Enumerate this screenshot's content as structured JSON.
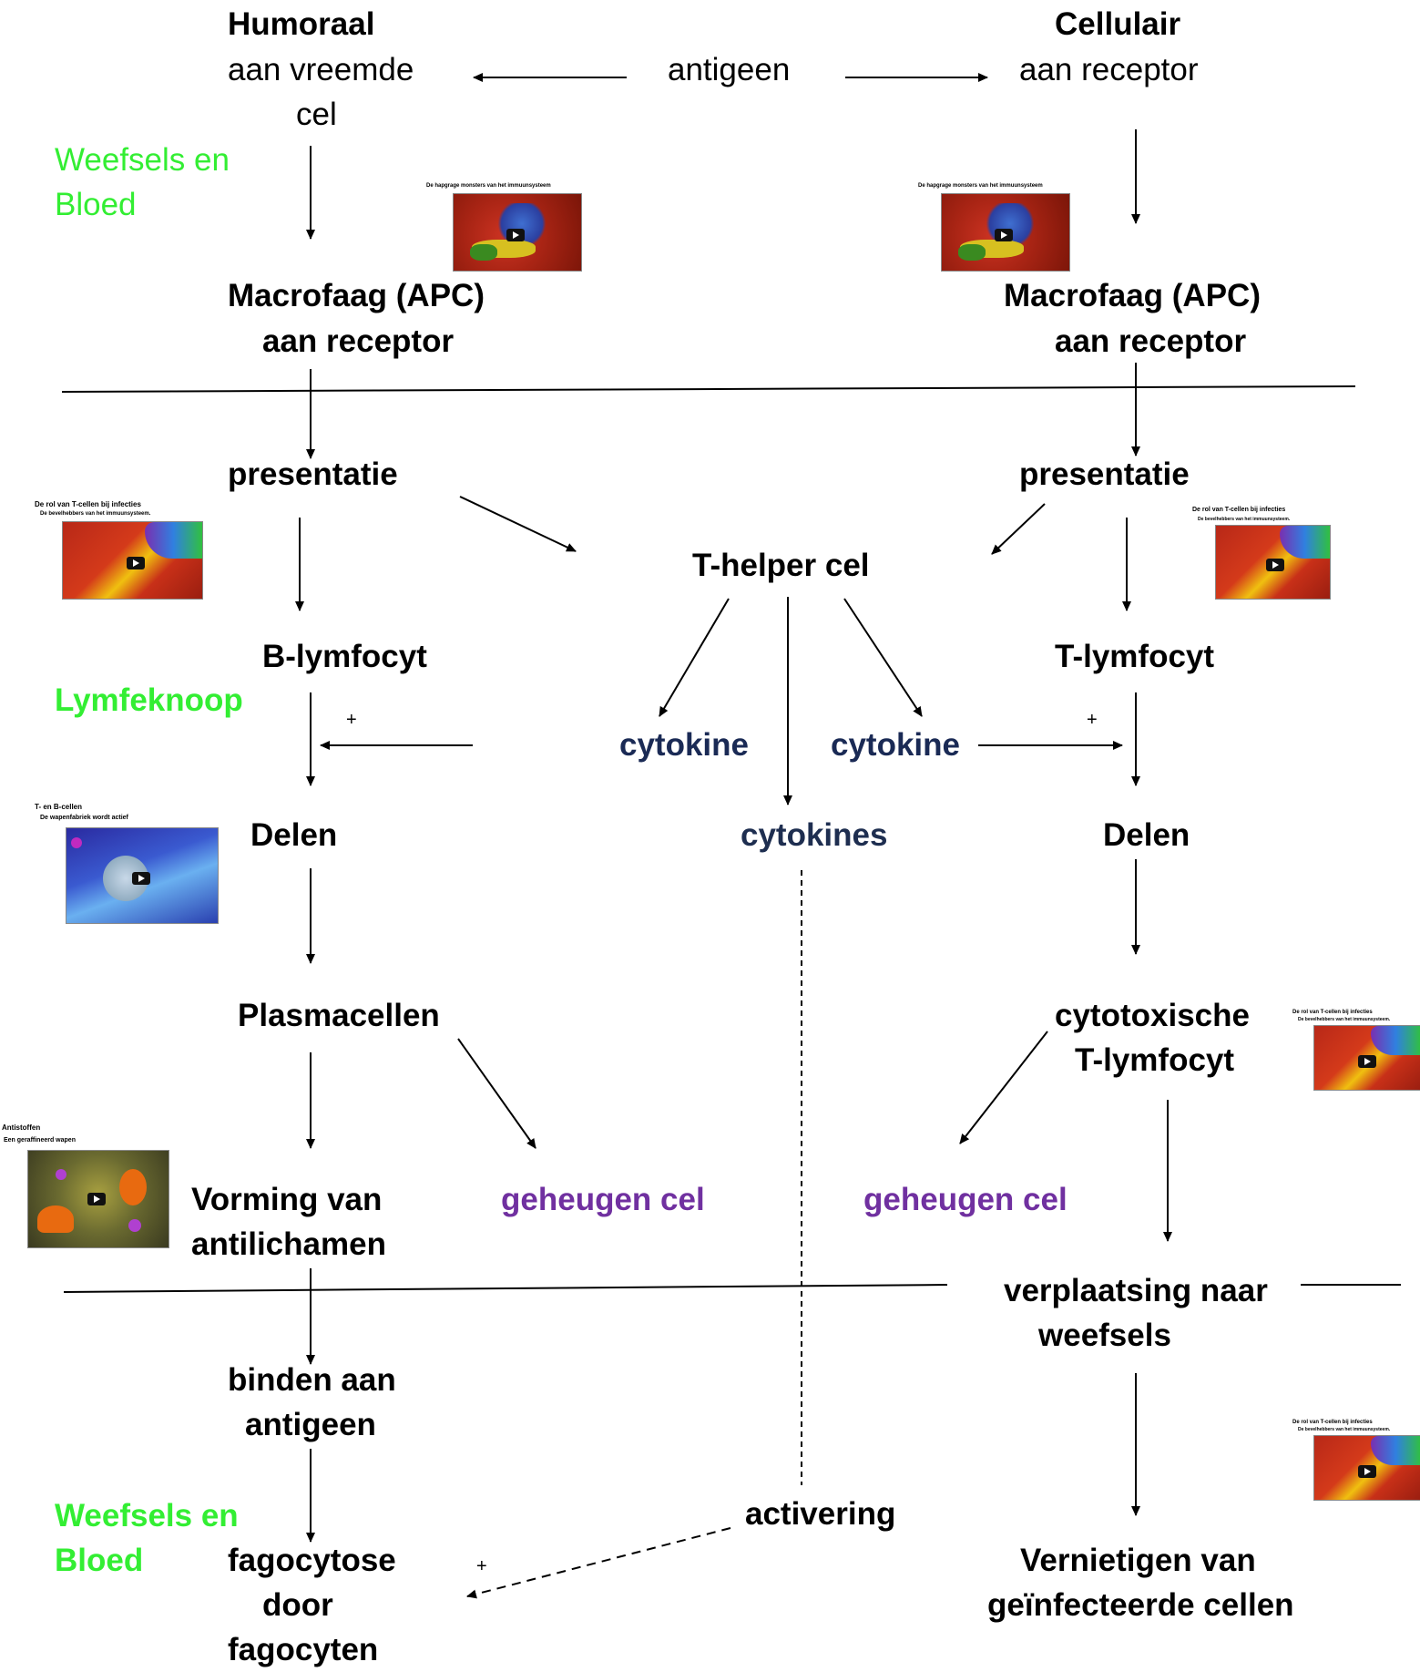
{
  "colors": {
    "region_label": "#33ee33",
    "cytokine": "#1a2a55",
    "memory_cell": "#7030a0",
    "black": "#000000"
  },
  "top": {
    "humoral_title": "Humoraal",
    "humoral_sub_1": "aan vreemde",
    "humoral_sub_2": "cel",
    "antigen": "antigeen",
    "cellular_title": "Cellulair",
    "cellular_sub": "aan receptor"
  },
  "regions": {
    "tissue_top_1": "Weefsels en",
    "tissue_top_2": "Bloed",
    "lymph_node": "Lymfeknoop",
    "tissue_bottom_1": "Weefsels en",
    "tissue_bottom_2": "Bloed"
  },
  "left": {
    "macrophage_1": "Macrofaag (APC)",
    "macrophage_2": "aan receptor",
    "presentation": "presentatie",
    "b_lymphocyte": "B-lymfocyt",
    "divide": "Delen",
    "plasma_cells": "Plasmacellen",
    "antibodies_1": "Vorming van",
    "antibodies_2": "antilichamen",
    "memory_cell": "geheugen cel",
    "bind_1": "binden aan",
    "bind_2": "antigeen",
    "phago_1": "fagocytose",
    "phago_2": "door",
    "phago_3": "fagocyten"
  },
  "center": {
    "t_helper": "T-helper cel",
    "cytokine_left": "cytokine",
    "cytokine_right": "cytokine",
    "cytokines": "cytokines",
    "activation": "activering",
    "plus": "+"
  },
  "right": {
    "macrophage_1": "Macrofaag (APC)",
    "macrophage_2": "aan receptor",
    "presentation": "presentatie",
    "t_lymphocyte": "T-lymfocyt",
    "divide": "Delen",
    "cytotoxic_1": "cytotoxische",
    "cytotoxic_2": "T-lymfocyt",
    "memory_cell": "geheugen cel",
    "move_1": "verplaatsing naar",
    "move_2": "weefsels",
    "destroy_1": "Vernietigen van",
    "destroy_2": "geïnfecteerde cellen"
  },
  "videos": {
    "monsters": {
      "caption": "De hapgrage monsters van het immuunsysteem",
      "subcaption": ""
    },
    "t_cells": {
      "caption": "De rol van T-cellen bij infecties",
      "subcaption": "De bevelhebbers van het immuunsysteem."
    },
    "t_and_b": {
      "caption": "T- en B-cellen",
      "subcaption": "De wapenfabriek wordt actief"
    },
    "antibodies": {
      "caption": "Antistoffen",
      "subcaption": "Een geraffineerd wapen"
    }
  }
}
